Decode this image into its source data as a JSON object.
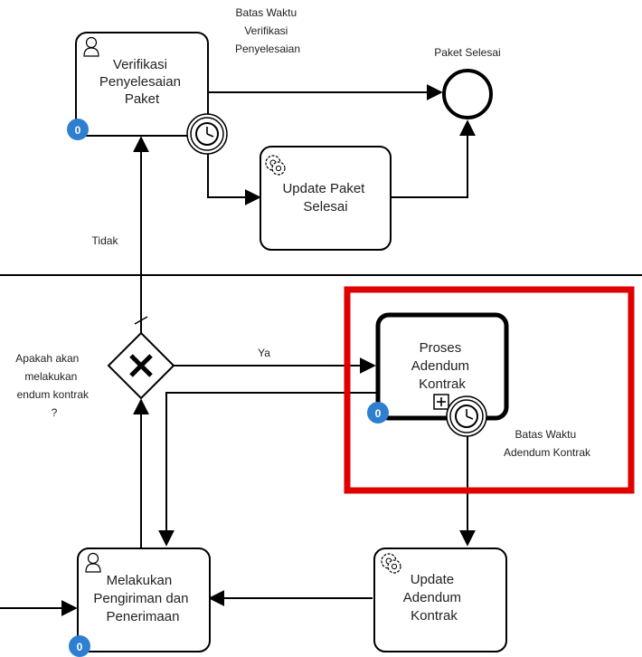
{
  "colors": {
    "stroke": "#000000",
    "badge": "#2f7fd1",
    "highlight": "#e00000",
    "fill": "#ffffff"
  },
  "tasks": {
    "verifikasi": {
      "lines": [
        "Verifikasi",
        "Penyelesaian",
        "Paket"
      ],
      "icon": "user-icon",
      "badge": "0"
    },
    "update_paket": {
      "lines": [
        "Update Paket",
        "Selesai"
      ],
      "icon": "gear-icon"
    },
    "proses_adendum": {
      "lines": [
        "Proses",
        "Adendum",
        "Kontrak"
      ],
      "icon": "subprocess-plus-icon",
      "badge": "0"
    },
    "update_adendum": {
      "lines": [
        "Update",
        "Adendum",
        "Kontrak"
      ],
      "icon": "gear-icon"
    },
    "melakukan": {
      "lines": [
        "Melakukan",
        "Pengiriman dan",
        "Penerimaan"
      ],
      "icon": "user-icon",
      "badge": "0"
    }
  },
  "events": {
    "end": {
      "label": "Paket Selesai"
    },
    "timer_top": {
      "lines": [
        "Batas Waktu",
        "Verifikasi",
        "Penyelesaian"
      ]
    },
    "timer_adendum": {
      "lines": [
        "Batas Waktu",
        "Adendum Kontrak"
      ]
    }
  },
  "gateway": {
    "question_lines": [
      "Apakah akan",
      "melakukan",
      "endum kontrak",
      "?"
    ]
  },
  "flows": {
    "tidak": "Tidak",
    "ya": "Ya"
  }
}
